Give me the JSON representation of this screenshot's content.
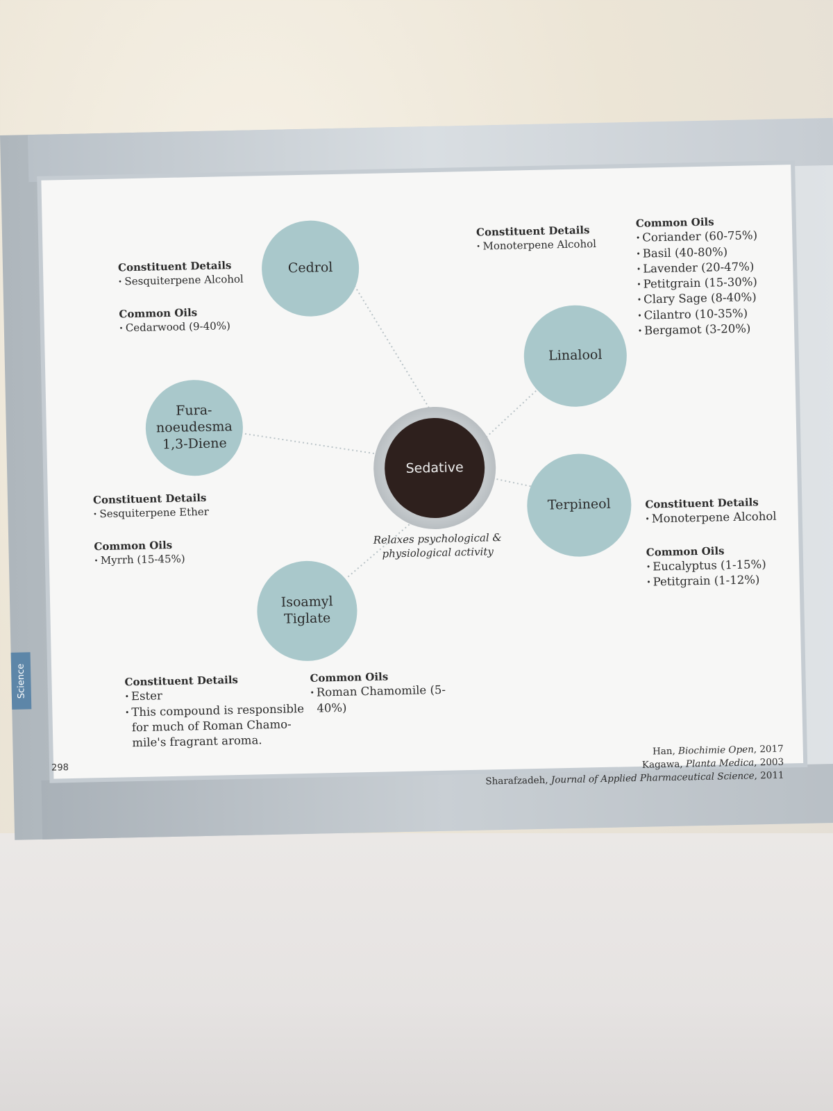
{
  "side_tab": "Science",
  "page_number": "298",
  "center": {
    "label": "Sedative",
    "caption_line1": "Relaxes psychological &",
    "caption_line2": "physiological activity"
  },
  "labels": {
    "constituent_details": "Constituent Details",
    "common_oils": "Common Oils"
  },
  "compounds": {
    "cedrol": {
      "name": "Cedrol",
      "details": [
        "Sesquiterpene Alcohol"
      ],
      "oils": [
        "Cedarwood (9-40%)"
      ]
    },
    "linalool": {
      "name": "Linalool",
      "details": [
        "Monoterpene Alcohol"
      ],
      "oils": [
        "Coriander (60-75%)",
        "Basil (40-80%)",
        "Lavender (20-47%)",
        "Petitgrain (15-30%)",
        "Clary Sage (8-40%)",
        "Cilantro (10-35%)",
        "Bergamot (3-20%)"
      ]
    },
    "furanoeudesma": {
      "name_line1": "Fura-",
      "name_line2": "noeudesma",
      "name_line3": "1,3-Diene",
      "details": [
        "Sesquiterpene Ether"
      ],
      "oils": [
        "Myrrh (15-45%)"
      ]
    },
    "terpineol": {
      "name": "Terpineol",
      "details": [
        "Monoterpene Alcohol"
      ],
      "oils": [
        "Eucalyptus (1-15%)",
        "Petitgrain (1-12%)"
      ]
    },
    "isoamyl": {
      "name_line1": "Isoamyl",
      "name_line2": "Tiglate",
      "details": [
        "Ester",
        "This compound is responsible for much of Roman Chamo-mile's fragrant aroma."
      ],
      "oils": [
        "Roman Chamomile (5-40%)"
      ]
    }
  },
  "references": [
    {
      "author": "Han, ",
      "journal": "Biochimie Open",
      "year": ", 2017"
    },
    {
      "author": "Kagawa, ",
      "journal": "Planta Medica",
      "year": ", 2003"
    },
    {
      "author": "Sharafzadeh, ",
      "journal": "Journal of Applied Pharmaceutical Science",
      "year": ", 2011"
    }
  ]
}
